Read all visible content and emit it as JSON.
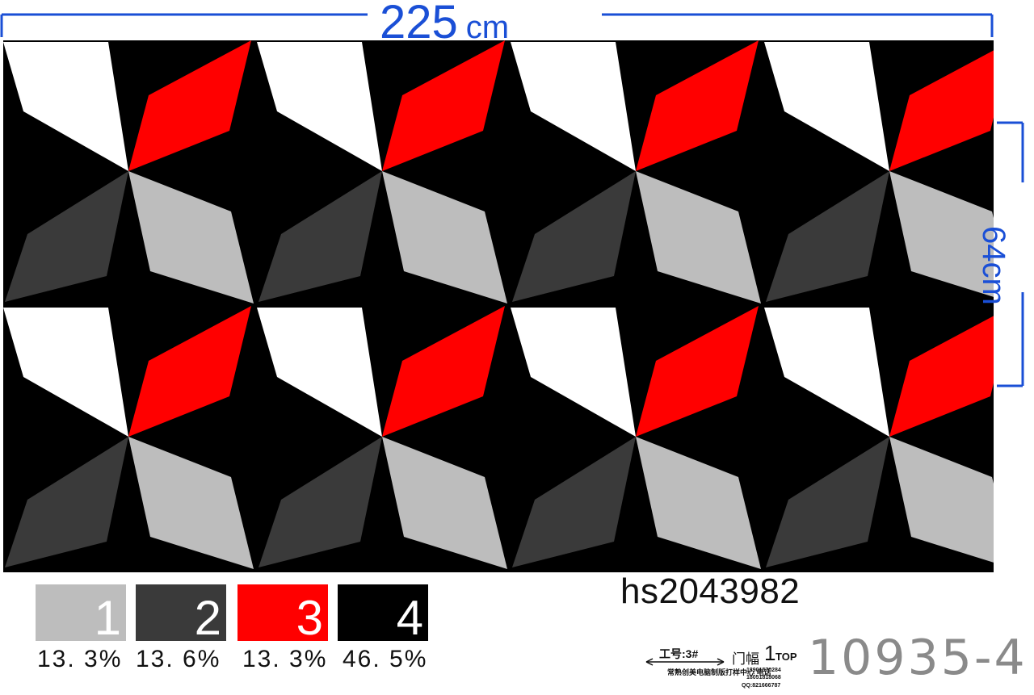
{
  "dimensions": {
    "width_value": "225",
    "width_unit": "cm",
    "height_label": "64cm",
    "line_color": "#1a4fd6"
  },
  "pattern": {
    "background_color": "#000000",
    "colors": {
      "white": "#ffffff",
      "red": "#ff0000",
      "dark_gray": "#3a3a3a",
      "light_gray": "#bdbdbd"
    }
  },
  "design_code": "hs2043982",
  "color_swatches": [
    {
      "number": "1",
      "color": "#bdbdbd",
      "percentage": "13. 3%"
    },
    {
      "number": "2",
      "color": "#3a3a3a",
      "percentage": "13. 6%"
    },
    {
      "number": "3",
      "color": "#ff0000",
      "percentage": "13. 3%"
    },
    {
      "number": "4",
      "color": "#000000",
      "percentage": "46. 5%"
    }
  ],
  "pattern_number": "10935-4",
  "stamp": {
    "work_number": "工号:3#",
    "door_width_label": "门幅",
    "door_width_value": "1",
    "top_label": "TOP",
    "studio": "常熟创美电脑制版打样中心",
    "phone_label": "电话",
    "phone_1": "13901570284",
    "phone_2": "18051818068",
    "qq": "QQ:821666787"
  }
}
